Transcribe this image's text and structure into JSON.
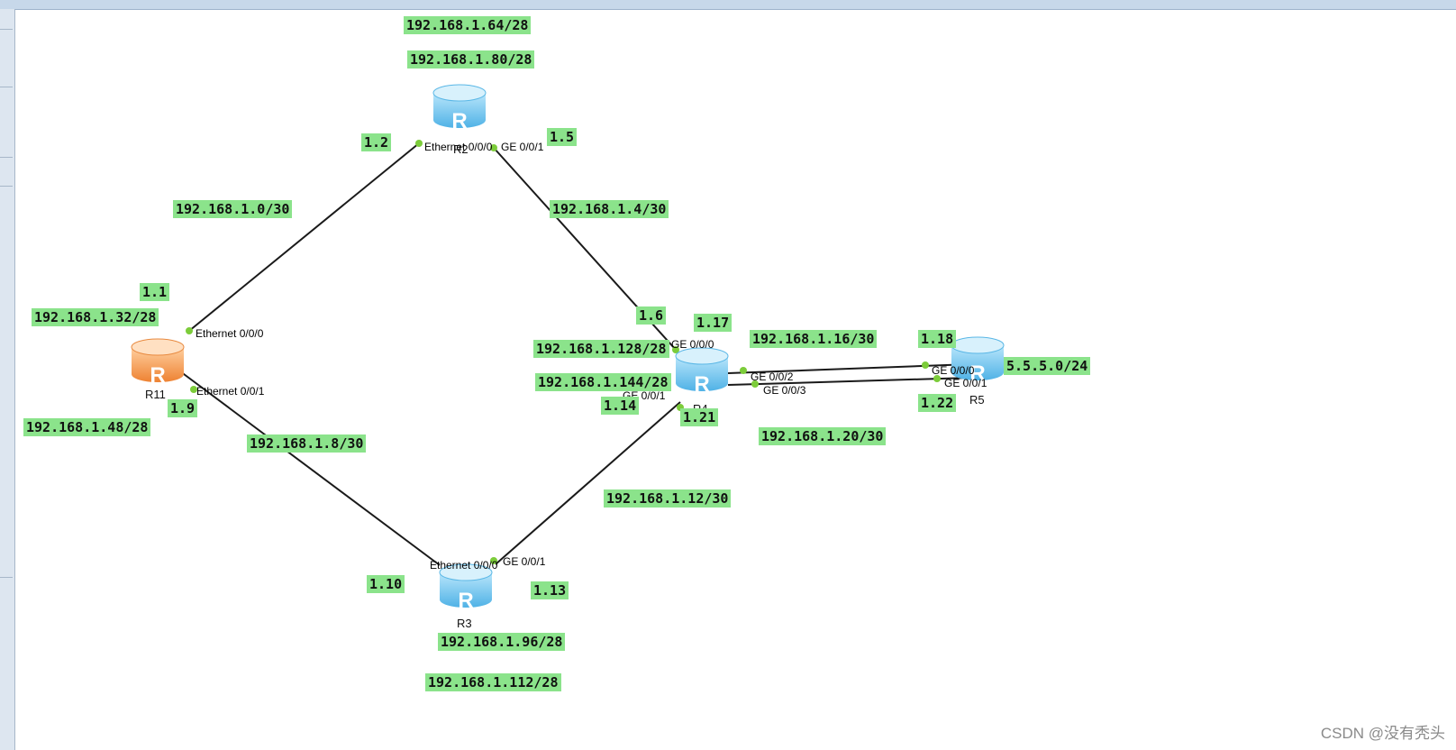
{
  "routers": {
    "r2": {
      "name": "R2"
    },
    "r3": {
      "name": "R3"
    },
    "r4": {
      "name": "R4"
    },
    "r5": {
      "name": "R5"
    },
    "r11": {
      "name": "R11"
    }
  },
  "router_glyph": "R",
  "colors": {
    "router_blue": "#6cc4ef",
    "router_orange": "#f39a4c",
    "label_bg": "#8be38b",
    "link": "#1a1a1a",
    "port_dot": "#7ccc3a"
  },
  "labels": {
    "net_1_64": "192.168.1.64/28",
    "net_1_80": "192.168.1.80/28",
    "ip_1_2": "1.2",
    "ip_1_5": "1.5",
    "net_1_0": "192.168.1.0/30",
    "net_1_4": "192.168.1.4/30",
    "ip_1_1": "1.1",
    "net_1_32": "192.168.1.32/28",
    "ip_1_6": "1.6",
    "ip_1_17": "1.17",
    "net_1_16": "192.168.1.16/30",
    "ip_1_18": "1.18",
    "net_1_128": "192.168.1.128/28",
    "net_1_144": "192.168.1.144/28",
    "net_5_5_5": "5.5.5.0/24",
    "ip_1_14": "1.14",
    "ip_1_21": "1.21",
    "ip_1_22": "1.22",
    "ip_1_9": "1.9",
    "net_1_48": "192.168.1.48/28",
    "net_1_8": "192.168.1.8/30",
    "net_1_20": "192.168.1.20/30",
    "net_1_12": "192.168.1.12/30",
    "ip_1_10": "1.10",
    "ip_1_13": "1.13",
    "net_1_96": "192.168.1.96/28",
    "net_1_112": "192.168.1.112/28"
  },
  "ports": {
    "r2_eth000": "Ethernet 0/0/0",
    "r2_ge001": "GE 0/0/1",
    "r11_eth000": "Ethernet 0/0/0",
    "r11_eth001": "Ethernet 0/0/1",
    "r4_ge000": "GE 0/0/0",
    "r4_ge001": "GE 0/0/1",
    "r4_ge002": "GE 0/0/2",
    "r4_ge003": "GE 0/0/3",
    "r5_ge000": "GE 0/0/0",
    "r5_ge001": "GE 0/0/1",
    "r3_eth000": "Ethernet 0/0/0",
    "r3_ge001": "GE 0/0/1"
  },
  "watermark": "CSDN @没有秃头"
}
